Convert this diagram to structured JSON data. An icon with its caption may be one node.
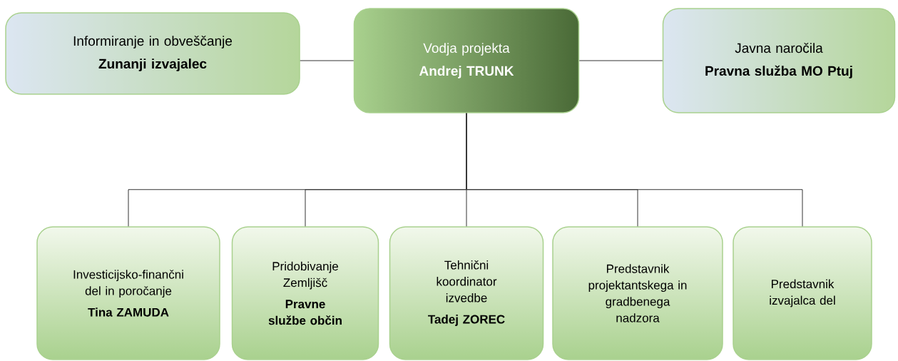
{
  "diagram": {
    "nodes": [
      {
        "text": [
          "Informiranje in obveščanje",
          "Zunanji izvajalec"
        ]
      },
      {
        "text": [
          "Vodja projekta",
          "Andrej TRUNK"
        ]
      },
      {
        "text": [
          "Javna naročila",
          "Pravna služba MO Ptuj"
        ]
      },
      {
        "text": [
          "Investicijsko-finančni del in poročanje",
          "Tina ZAMUDA"
        ]
      },
      {
        "text": [
          "Pridobivanje Zemljišč",
          "Pravne službe občin"
        ]
      },
      {
        "text": [
          "Tehnični koordinator izvedbe",
          "Tadej ZOREC"
        ]
      },
      {
        "text": [
          "Predstavnik projektantskega in gradbenega nadzora"
        ]
      },
      {
        "text": [
          "Predstavnik izvajalca del"
        ]
      }
    ],
    "edges": [
      {
        "from": 1,
        "to": 0,
        "arrow": "none"
      },
      {
        "from": 1,
        "to": 2,
        "arrow": "none"
      },
      {
        "from": 1,
        "to": 3,
        "arrow": "none"
      },
      {
        "from": 1,
        "to": 4,
        "arrow": "none"
      },
      {
        "from": 1,
        "to": 5,
        "arrow": "none"
      },
      {
        "from": 1,
        "to": 6,
        "arrow": "none"
      },
      {
        "from": 1,
        "to": 7,
        "arrow": "none"
      }
    ]
  }
}
